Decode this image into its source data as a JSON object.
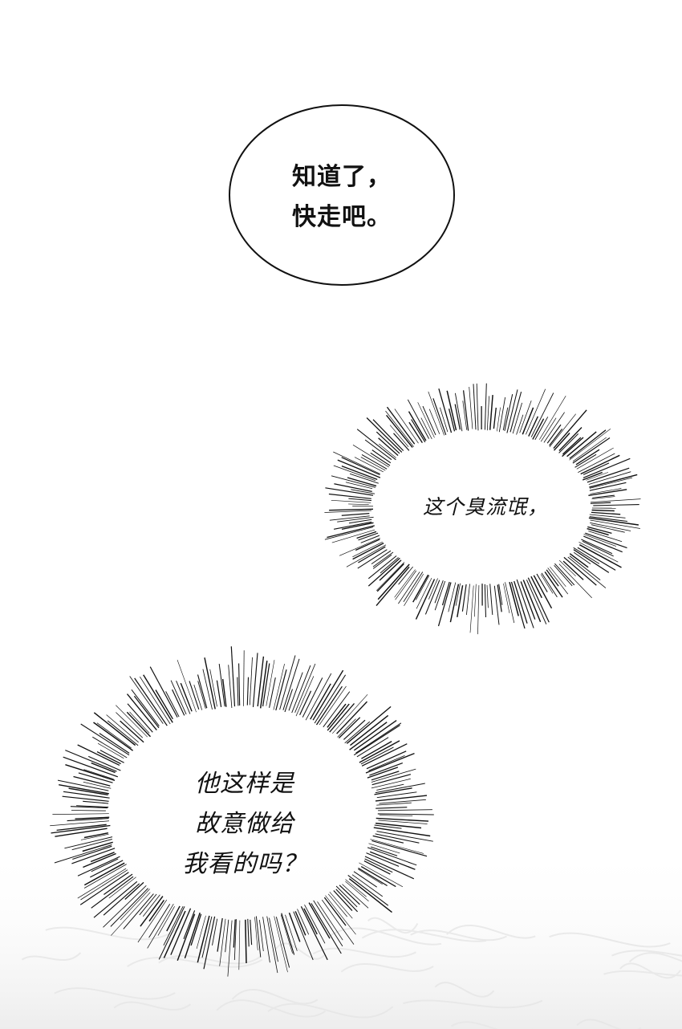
{
  "panel": {
    "background_color": "#ffffff",
    "ink_color": "#111111",
    "texture_color": "#e6e6e6"
  },
  "speech_bubble": {
    "text": "知道了，\n快走吧。"
  },
  "thought_burst_1": {
    "text": "这个臭流氓，"
  },
  "thought_burst_2": {
    "text": "他这样是\n故意做给\n我看的吗？"
  }
}
